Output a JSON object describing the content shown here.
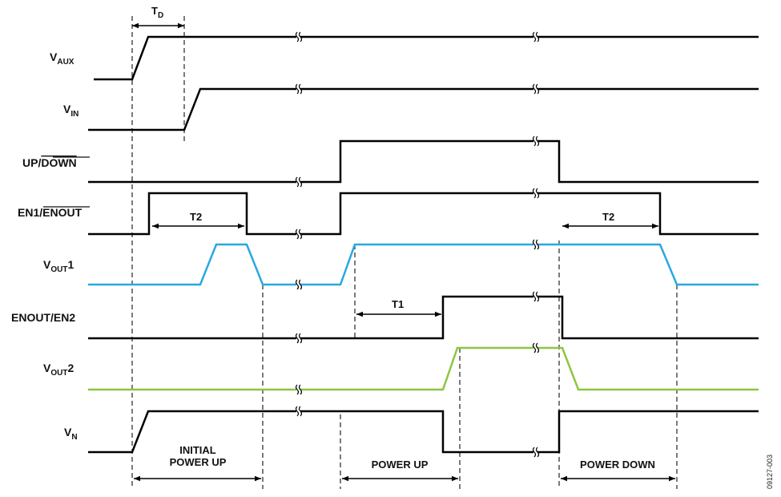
{
  "signals": [
    {
      "id": "vaux",
      "main": "V",
      "sub": "AUX",
      "suffix": "",
      "overline": "",
      "color": "#000000"
    },
    {
      "id": "vin",
      "main": "V",
      "sub": "IN",
      "suffix": "",
      "overline": "",
      "color": "#000000"
    },
    {
      "id": "updown",
      "main": "UP/",
      "sub": "",
      "suffix": "",
      "overline": "DOWN",
      "color": "#000000"
    },
    {
      "id": "en1",
      "main": "EN1/",
      "sub": "",
      "suffix": "",
      "overline": "ENOUT",
      "color": "#000000"
    },
    {
      "id": "vout1",
      "main": "V",
      "sub": "OUT",
      "suffix": "1",
      "overline": "",
      "color": "#29a8e0"
    },
    {
      "id": "enout",
      "main": "ENOUT/EN2",
      "sub": "",
      "suffix": "",
      "overline": "",
      "color": "#000000"
    },
    {
      "id": "vout2",
      "main": "V",
      "sub": "OUT",
      "suffix": "2",
      "overline": "",
      "color": "#8dc63f"
    },
    {
      "id": "vn",
      "main": "V",
      "sub": "N",
      "suffix": "",
      "overline": "",
      "color": "#000000"
    }
  ],
  "intervals": {
    "td": {
      "main": "T",
      "sub": "D"
    },
    "t2_first": "T2",
    "t2_second": "T2",
    "t1": "T1"
  },
  "phases": {
    "initial_line1": "INITIAL",
    "initial_line2": "POWER UP",
    "power_up": "POWER UP",
    "power_down": "POWER DOWN"
  },
  "figure_id": "09127-003"
}
